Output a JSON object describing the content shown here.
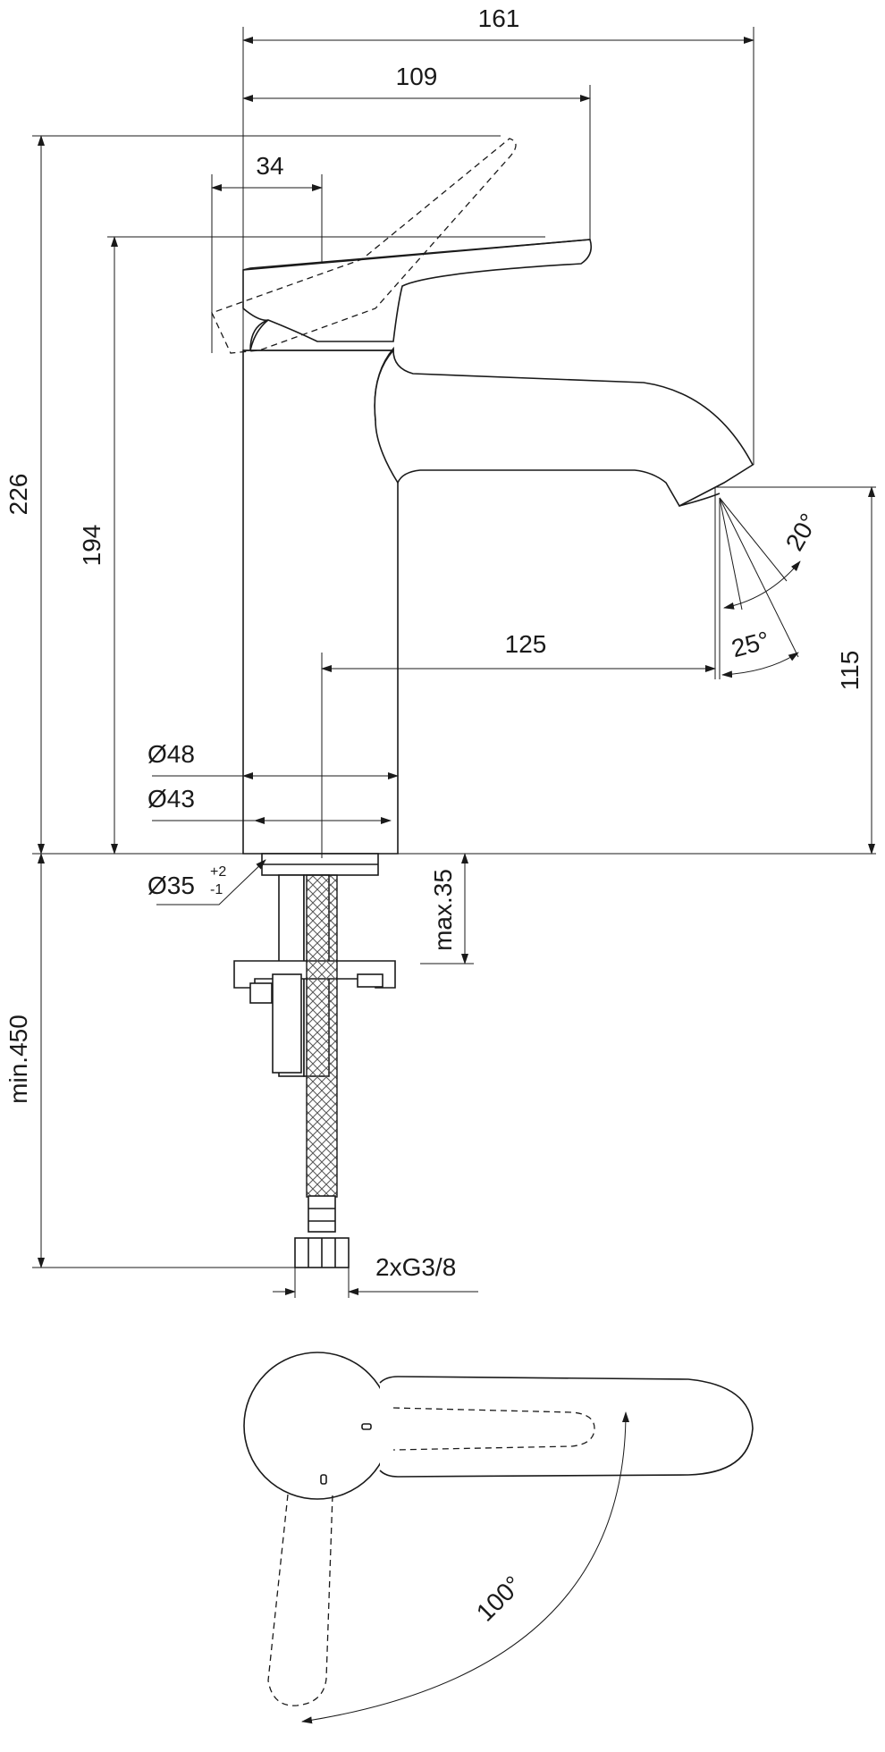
{
  "dimensions": {
    "overall_length": "161",
    "lever_reach": "109",
    "lever_offset": "34",
    "total_height": "226",
    "body_height": "194",
    "spout_projection": "125",
    "spout_height": "115",
    "body_diameter_outer": "Ø48",
    "body_diameter_inner": "Ø43",
    "hole_diameter": "Ø35",
    "hole_tol_upper": "+2",
    "hole_tol_lower": "-1",
    "max_thickness": "max.35",
    "min_hose": "min.450",
    "connection": "2xG3/8"
  },
  "angles": {
    "spray_a": "20°",
    "spray_b": "25°",
    "lever_rotation": "100°"
  },
  "colors": {
    "line": "#1a1a1a",
    "background": "#ffffff"
  }
}
